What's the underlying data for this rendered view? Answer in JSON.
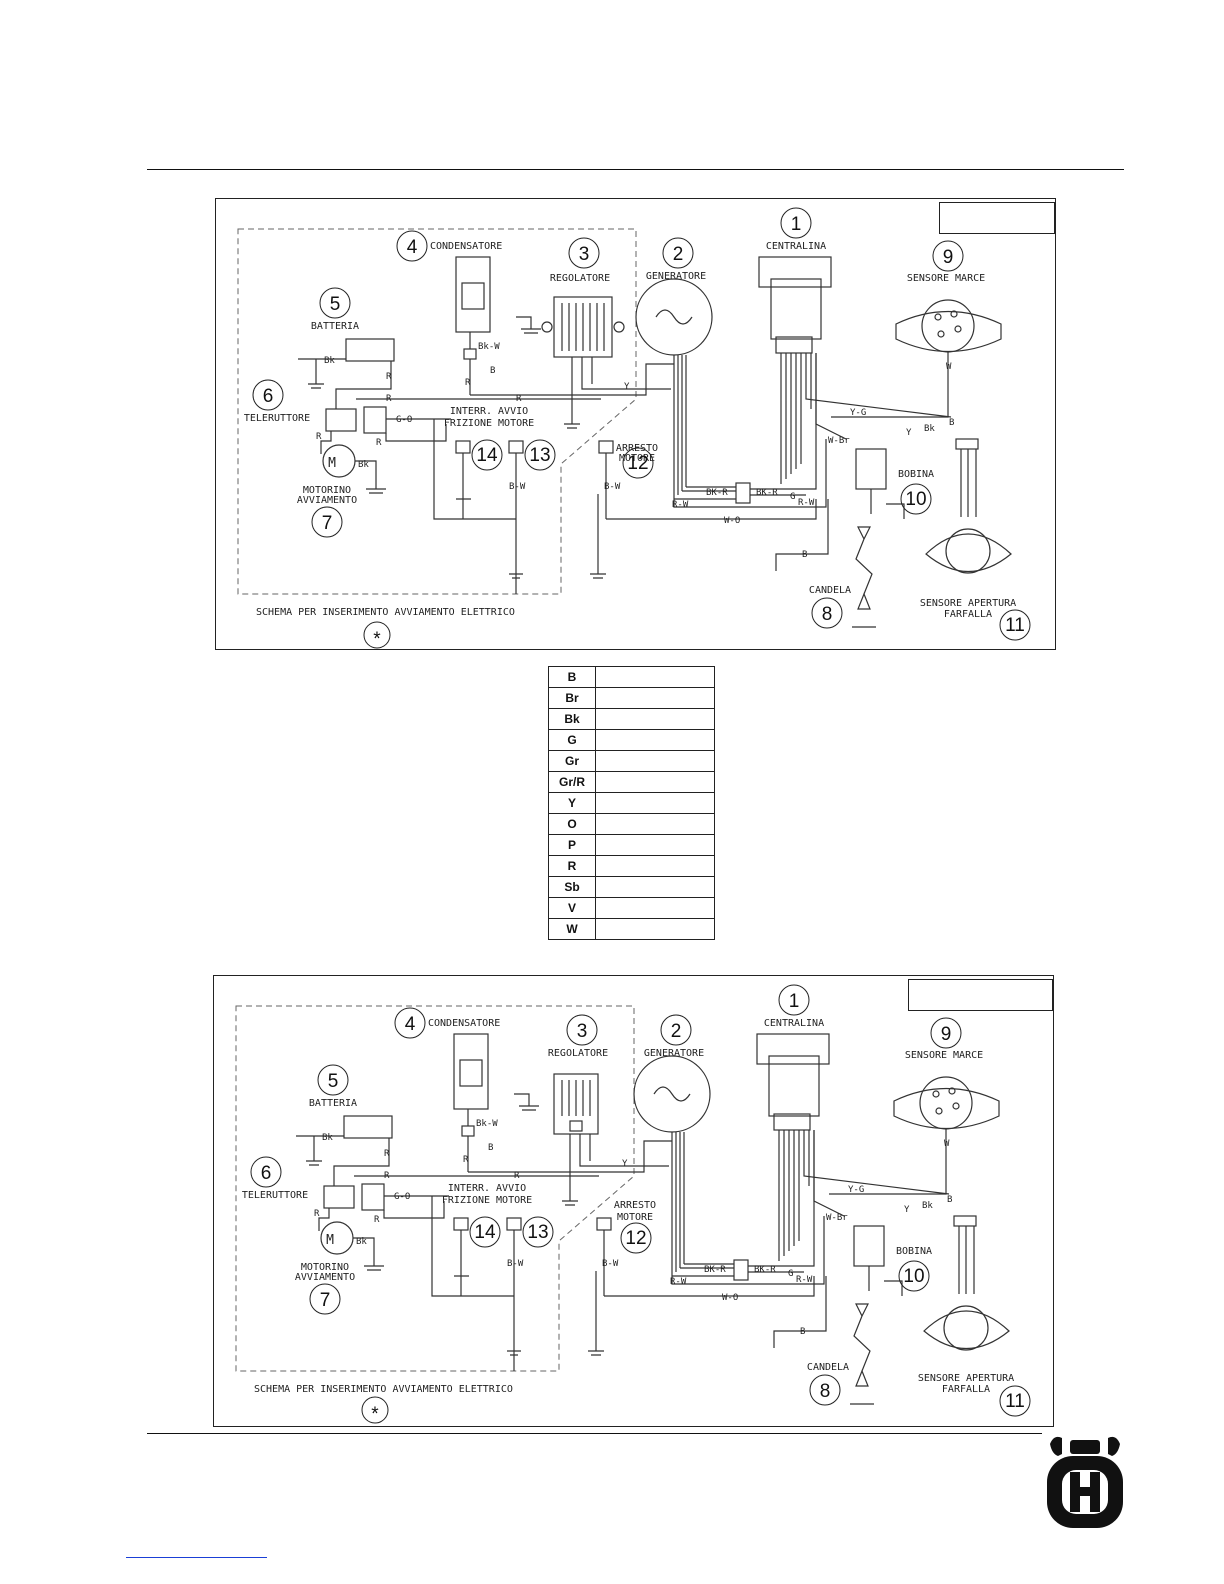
{
  "diagram_top": {
    "components": {
      "c1": {
        "num": "1",
        "label": "CENTRALINA"
      },
      "c2": {
        "num": "2",
        "label": "GENERATORE"
      },
      "c3": {
        "num": "3",
        "label": "REGOLATORE"
      },
      "c4": {
        "num": "4",
        "label": "CONDENSATORE"
      },
      "c5": {
        "num": "5",
        "label": "BATTERIA"
      },
      "c6": {
        "num": "6",
        "label": "TELERUTTORE"
      },
      "c7": {
        "num": "7",
        "label1": "MOTORINO",
        "label2": "AVVIAMENTO"
      },
      "c8": {
        "num": "8",
        "label": "CANDELA"
      },
      "c9": {
        "num": "9",
        "label": "SENSORE MARCE"
      },
      "c10": {
        "num": "10",
        "label": "BOBINA"
      },
      "c11": {
        "num": "11",
        "label1": "SENSORE APERTURA",
        "label2": "FARFALLA"
      },
      "c12": {
        "num": "12",
        "label1": "ARRESTO",
        "label2": "MOTORE"
      },
      "c13": {
        "num": "13"
      },
      "c14": {
        "num": "14"
      },
      "interr": {
        "label1": "INTERR.  AVVIO",
        "label2": "FRIZIONE MOTORE"
      }
    },
    "note": "SCHEMA PER INSERIMENTO AVVIAMENTO ELETTRICO",
    "asterisk": "*",
    "wires": {
      "bk": "Bk",
      "r": "R",
      "b": "B",
      "y": "Y",
      "w": "W",
      "yg": "Y-G",
      "wbr": "W-Br",
      "go": "G-O",
      "wo": "W-O",
      "bkw": "Bk-W",
      "bw": "B-W",
      "bkr": "BK-R",
      "rw": "R-W",
      "g": "G",
      "m": "M"
    }
  },
  "diagram_bottom": {
    "components": {
      "c1": {
        "num": "1",
        "label": "CENTRALINA"
      },
      "c2": {
        "num": "2",
        "label": "GENERATORE"
      },
      "c3": {
        "num": "3",
        "label": "REGOLATORE"
      },
      "c4": {
        "num": "4",
        "label": "CONDENSATORE"
      },
      "c5": {
        "num": "5",
        "label": "BATTERIA"
      },
      "c6": {
        "num": "6",
        "label": "TELERUTTORE"
      },
      "c7": {
        "num": "7",
        "label1": "MOTORINO",
        "label2": "AVVIAMENTO"
      },
      "c8": {
        "num": "8",
        "label": "CANDELA"
      },
      "c9": {
        "num": "9",
        "label": "SENSORE MARCE"
      },
      "c10": {
        "num": "10",
        "label": "BOBINA"
      },
      "c11": {
        "num": "11",
        "label1": "SENSORE APERTURA",
        "label2": "FARFALLA"
      },
      "c12": {
        "num": "12",
        "label1": "ARRESTO",
        "label2": "MOTORE"
      },
      "c13": {
        "num": "13"
      },
      "c14": {
        "num": "14"
      },
      "interr": {
        "label1": "INTERR.  AVVIO",
        "label2": "FRIZIONE MOTORE"
      }
    },
    "note": "SCHEMA PER INSERIMENTO AVVIAMENTO ELETTRICO",
    "asterisk": "*",
    "wires": {
      "bk": "Bk",
      "r": "R",
      "b": "B",
      "y": "Y",
      "w": "W",
      "yg": "Y-G",
      "wbr": "W-Br",
      "go": "G-O",
      "wo": "W-O",
      "bkw": "Bk-W",
      "bw": "B-W",
      "bkr": "BK-R",
      "rw": "R-W",
      "g": "G",
      "m": "M"
    }
  },
  "color_legend": [
    "B",
    "Br",
    "Bk",
    "G",
    "Gr",
    "Gr/R",
    "Y",
    "O",
    "P",
    "R",
    "Sb",
    "V",
    "W"
  ],
  "brand_logo": "husqvarna-h-icon"
}
